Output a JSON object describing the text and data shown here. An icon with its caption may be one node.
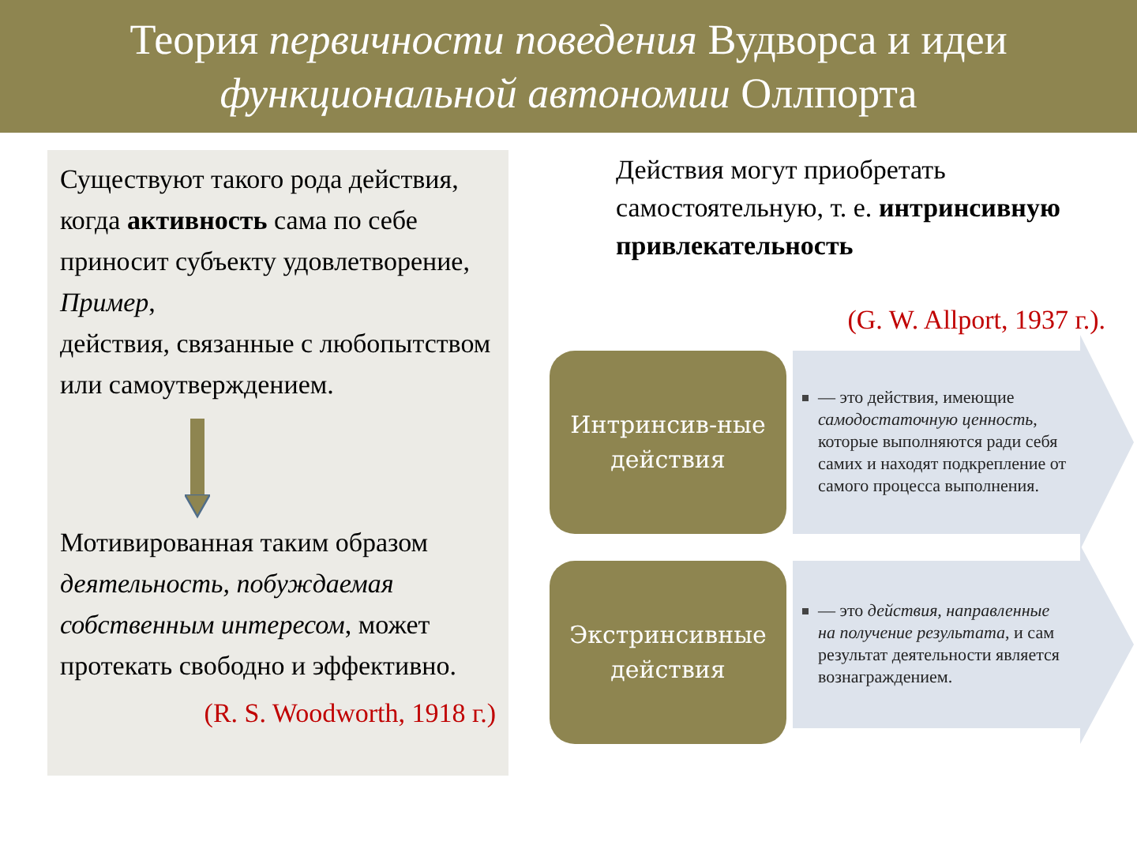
{
  "diagram": {
    "title": "Теория *первичности поведения* Вудворса и идеи *функциональной автономии* Оллпорта",
    "nodes": [
      {
        "text": [],
        "shape": "box"
      },
      {
        "text": [
          "Существуют такого рода действия, когда **активность** сама по себе приносит субъекту удовлетворение,",
          "*Пример*,",
          "действия, связанные с любопытством или самоутверждением."
        ],
        "in": 0
      },
      {
        "text": [
          "Мотивированная таким образом *деятельность, побуждаемая собственным интересом*, может протекать свободно и эффективно.",
          "(R. S. Woodworth, 1918 г.)"
        ],
        "in": 0
      },
      {
        "text": [
          "Интринсив-ные действия"
        ]
      },
      {
        "text": [
          "— это действия, имеющие *самодостаточную ценность*, которые выполняются ради себя самих и находят подкрепление от самого процесса выполнения."
        ]
      },
      {
        "text": [
          "Экстринсивные действия"
        ]
      },
      {
        "text": [
          "— это *действия, направленные на получение результата*, и сам результат деятельности является вознаграждением."
        ]
      }
    ],
    "edges": [
      {
        "from": 1,
        "to": 2,
        "arrow": "to"
      }
    ],
    "labels": [
      "Действия могут приобретать самостоятельную, т. е. **интринсивную привлекательность**",
      "(G. W. Allport, 1937 г.)."
    ]
  }
}
